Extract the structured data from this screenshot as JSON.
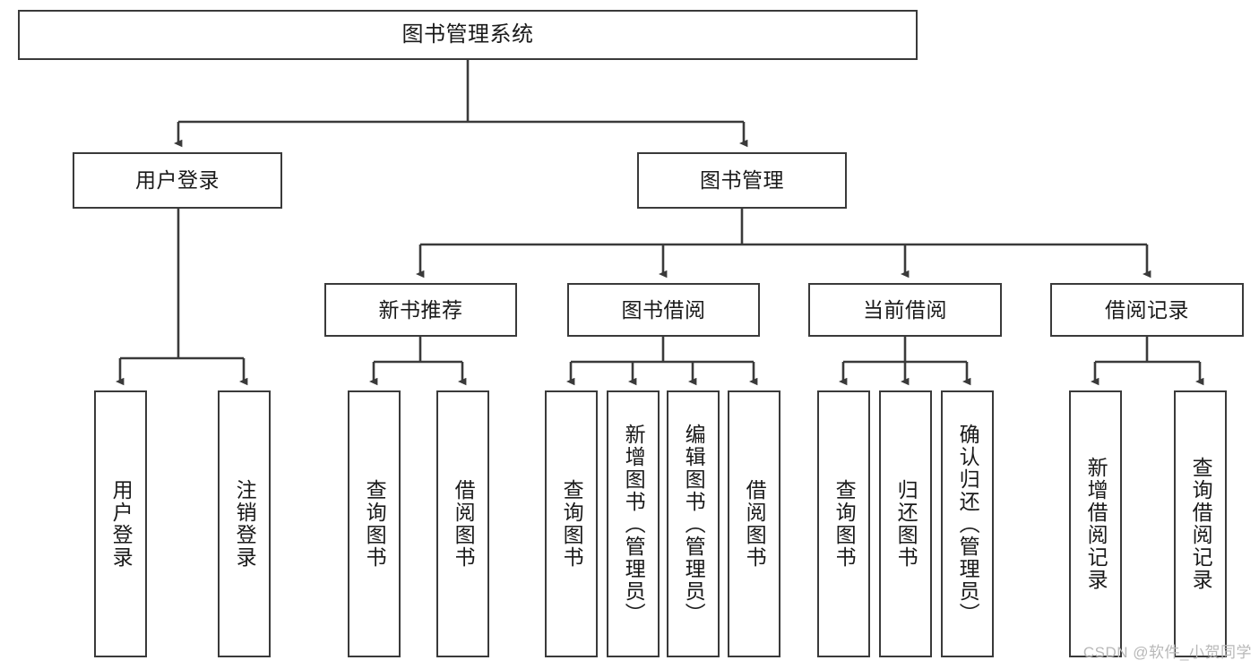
{
  "diagram": {
    "title": "图书管理系统",
    "type": "tree-hierarchy",
    "watermark": "CSDN @软件_小贺同学",
    "colors": {
      "box_border": "#3a3a3a",
      "box_fill": "#ffffff",
      "edge": "#3a3a3a",
      "text": "#1a1a1a",
      "watermark": "#b8b8b8"
    },
    "nodes": {
      "root": {
        "label": "图书管理系统"
      },
      "level2": [
        {
          "id": "user-login",
          "label": "用户登录"
        },
        {
          "id": "book-management",
          "label": "图书管理"
        }
      ],
      "level3": [
        {
          "id": "new-book-recommend",
          "label": "新书推荐"
        },
        {
          "id": "book-borrow",
          "label": "图书借阅"
        },
        {
          "id": "current-borrow",
          "label": "当前借阅"
        },
        {
          "id": "borrow-record",
          "label": "借阅记录"
        }
      ],
      "leaves": {
        "user_login": [
          {
            "id": "leaf-user-login",
            "label": "用户登录"
          },
          {
            "id": "leaf-logout-login",
            "label": "注销登录"
          }
        ],
        "new_book_recommend": [
          {
            "id": "leaf-query-book-1",
            "label": "查询图书"
          },
          {
            "id": "leaf-borrow-book-1",
            "label": "借阅图书"
          }
        ],
        "book_borrow": [
          {
            "id": "leaf-query-book-2",
            "label": "查询图书"
          },
          {
            "id": "leaf-add-book",
            "label": "新增图书（管理员）"
          },
          {
            "id": "leaf-edit-book",
            "label": "编辑图书（管理员）"
          },
          {
            "id": "leaf-borrow-book-2",
            "label": "借阅图书"
          }
        ],
        "current_borrow": [
          {
            "id": "leaf-query-book-3",
            "label": "查询图书"
          },
          {
            "id": "leaf-return-book",
            "label": "归还图书"
          },
          {
            "id": "leaf-confirm-return",
            "label": "确认归还（管理员）"
          }
        ],
        "borrow_record": [
          {
            "id": "leaf-add-borrow-record",
            "label": "新增借阅记录"
          },
          {
            "id": "leaf-query-borrow-record",
            "label": "查询借阅记录"
          }
        ]
      }
    }
  }
}
